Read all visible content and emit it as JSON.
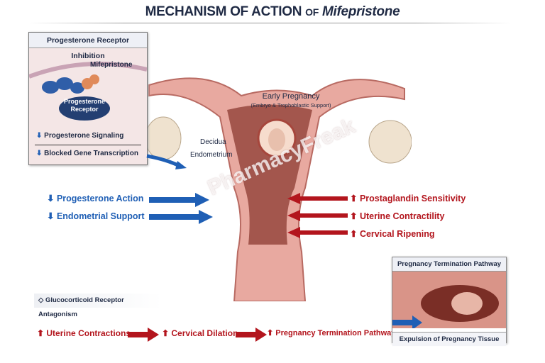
{
  "title": {
    "main": "MECHANISM OF ACTION",
    "of": "OF",
    "drug": "Mifepristone"
  },
  "receptor_box": {
    "heading": "Progesterone Receptor Inhibition",
    "drug_label": "Mifepristone",
    "receptor_label_1": "Progesterone",
    "receptor_label_2": "Receptor",
    "effect_1": "Progesterone Signaling",
    "effect_2": "Blocked Gene Transcription"
  },
  "uterus": {
    "pregnancy_label": "Early Pregnancy",
    "pregnancy_sub": "(Embryo & Trophoblastic Support)",
    "decidua": "Decidua",
    "endometrium": "Endometrium"
  },
  "left_effects": [
    {
      "label": "Progesterone Action",
      "direction": "down"
    },
    {
      "label": "Endometrial Support",
      "direction": "down"
    }
  ],
  "right_effects": [
    {
      "label": "Prostaglandin Sensitivity",
      "direction": "up"
    },
    {
      "label": "Uterine Contractility",
      "direction": "up"
    },
    {
      "label": "Cervical Ripening",
      "direction": "up"
    }
  ],
  "gluco": "Glucocorticoid Receptor Antagonism",
  "pathway": [
    {
      "label": "Uterine Contractions"
    },
    {
      "label": "Cervical Dilation"
    },
    {
      "label": "Pregnancy Termination Pathway"
    }
  ],
  "termination_box": {
    "heading": "Pregnancy Termination Pathway",
    "caption": "Expulsion of Pregnancy Tissue"
  },
  "watermark": "PharmacyFreak",
  "colors": {
    "blue": "#1f5fb5",
    "red": "#b3151d",
    "navy": "#1f2a44",
    "tissue": "#e8a9a0"
  }
}
